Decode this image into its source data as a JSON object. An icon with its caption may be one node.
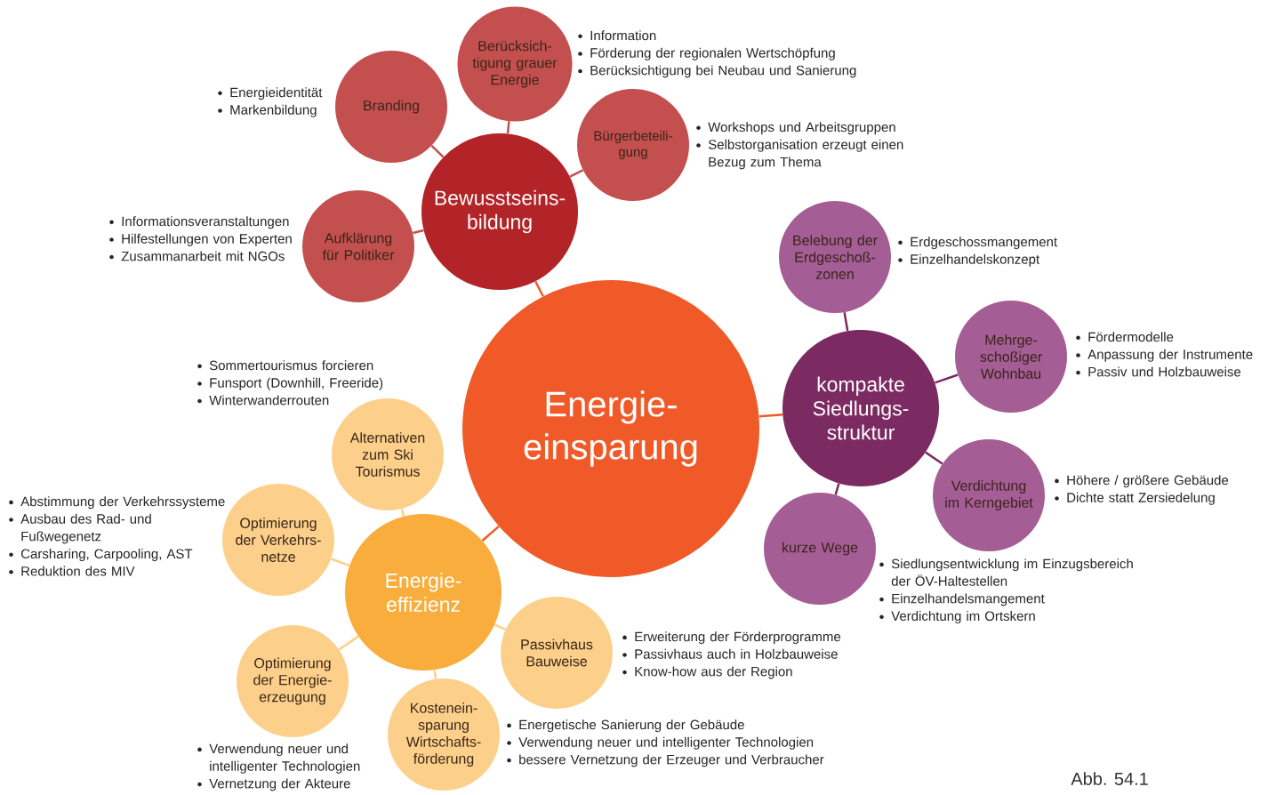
{
  "diagram": {
    "nodes": [
      {
        "text": [
          "Energie- einsparung"
        ]
      },
      {
        "text": [
          "Bewusstseins- bildung"
        ]
      },
      {
        "text": [
          "Branding"
        ],
        "beside": [
          "Energieidentität",
          "Markenbildung"
        ]
      },
      {
        "text": [
          "Berücksich- tigung grauer Energie"
        ],
        "beside": [
          "Information",
          "Förderung der regionalen Wertschöpfung",
          "Berücksichtigung bei Neubau und Sanierung"
        ]
      },
      {
        "text": [
          "Bürgerbeteili- gung"
        ],
        "beside": [
          "Workshops und Arbeitsgruppen",
          "Selbstorganisation erzeugt einen Bezug zum Thema"
        ]
      },
      {
        "text": [
          "Aufklärung für Politiker"
        ],
        "beside": [
          "Informationsveranstaltungen",
          "Hilfestellungen von Experten",
          "Zusammanarbeit mit NGOs"
        ]
      },
      {
        "text": [
          "kompakte Siedlungs- struktur"
        ]
      },
      {
        "text": [
          "Belebung der Erdgeschoß- zonen"
        ],
        "beside": [
          "Erdgeschossmangement",
          "Einzelhandelskonzept"
        ]
      },
      {
        "text": [
          "Mehrge- schoßiger Wohnbau"
        ],
        "beside": [
          "Fördermodelle",
          "Anpassung der Instrumente",
          "Passiv und Holzbauweise"
        ]
      },
      {
        "text": [
          "Verdichtung im Kerngebiet"
        ],
        "beside": [
          "Höhere / größere Gebäude",
          "Dichte statt Zersiedelung"
        ]
      },
      {
        "text": [
          "kurze Wege"
        ],
        "beside": [
          "Siedlungsentwicklung im Einzugsbereich der ÖV-Haltestellen",
          "Einzelhandelsmangement",
          "Verdichtung im Ortskern"
        ]
      },
      {
        "text": [
          "Energie- effizienz"
        ]
      },
      {
        "text": [
          "Alternativen zum Ski Tourismus"
        ],
        "beside": [
          "Sommertourismus forcieren",
          "Funsport (Downhill, Freeride)",
          "Winterwanderrouten"
        ]
      },
      {
        "text": [
          "Optimierung der Verkehrs- netze"
        ],
        "beside": [
          "Abstimmung der Verkehrssysteme",
          "Ausbau des Rad- und Fußwegenetz",
          "Carsharing, Carpooling, AST",
          "Reduktion des MIV"
        ]
      },
      {
        "text": [
          "Passivhaus Bauweise"
        ],
        "beside": [
          "Erweiterung der Förderprogramme",
          "Passivhaus auch in Holzbauweise",
          "Know-how aus der Region"
        ]
      },
      {
        "text": [
          "Optimierung der Energie- erzeugung"
        ],
        "beside": [
          "Verwendung neuer und intelligenter Technologien",
          "Vernetzung der Akteure"
        ]
      },
      {
        "text": [
          "Kostenein- sparung Wirtschafts- förderung"
        ],
        "beside": [
          "Energetische Sanierung der Gebäude",
          "Verwendung neuer und intelligenter Technologien",
          "bessere Vernetzung der Erzeuger und Verbraucher"
        ]
      }
    ],
    "edges": [
      {
        "from": 0,
        "to": 1,
        "arrow": "none",
        "color": "#f05a28"
      },
      {
        "from": 1,
        "to": 2,
        "arrow": "none",
        "color": "#c3504f"
      },
      {
        "from": 1,
        "to": 3,
        "arrow": "none",
        "color": "#c3504f"
      },
      {
        "from": 1,
        "to": 4,
        "arrow": "none",
        "color": "#c3504f"
      },
      {
        "from": 1,
        "to": 5,
        "arrow": "none",
        "color": "#c3504f"
      },
      {
        "from": 0,
        "to": 6,
        "arrow": "none",
        "color": "#f05a28"
      },
      {
        "from": 6,
        "to": 7,
        "arrow": "none",
        "color": "#7b2a62"
      },
      {
        "from": 6,
        "to": 8,
        "arrow": "none",
        "color": "#7b2a62"
      },
      {
        "from": 6,
        "to": 9,
        "arrow": "none",
        "color": "#7b2a62"
      },
      {
        "from": 6,
        "to": 10,
        "arrow": "none",
        "color": "#7b2a62"
      },
      {
        "from": 0,
        "to": 11,
        "arrow": "none",
        "color": "#f05a28"
      },
      {
        "from": 11,
        "to": 12,
        "arrow": "none",
        "color": "#fcd08a"
      },
      {
        "from": 11,
        "to": 13,
        "arrow": "none",
        "color": "#fcd08a"
      },
      {
        "from": 11,
        "to": 14,
        "arrow": "none",
        "color": "#fcd08a"
      },
      {
        "from": 11,
        "to": 15,
        "arrow": "none",
        "color": "#fcd08a"
      },
      {
        "from": 11,
        "to": 16,
        "arrow": "none",
        "color": "#fcd08a"
      }
    ],
    "labels": [
      "Abb. 54.1"
    ]
  }
}
